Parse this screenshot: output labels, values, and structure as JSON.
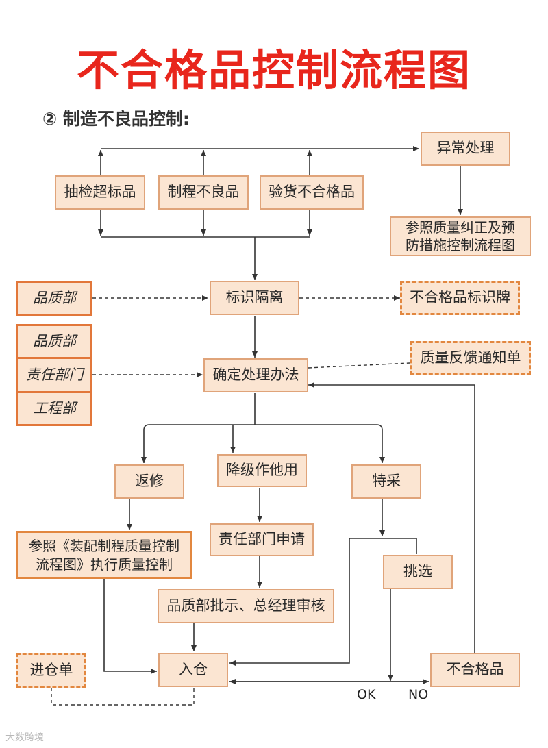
{
  "title": "不合格品控制流程图",
  "subtitle": "② 制造不良品控制:",
  "nodes": {
    "sampling": "抽检超标品",
    "process_defect": "制程不良品",
    "receiving_nonconforming": "验货不合格品",
    "abnormal": "异常处理",
    "corrective_ref": "参照质量纠正及预\n防措施控制流程图",
    "identify": "标识隔离",
    "decide": "确定处理办法",
    "rework": "返修",
    "downgrade": "降级作他用",
    "special": "特采",
    "assembly_ref": "参照《装配制程质量控制\n流程图》执行质量控制",
    "dept_apply": "责任部门申请",
    "approve": "品质部批示、总经理审核",
    "select": "挑选",
    "warehouse": "入仓",
    "nonconforming": "不合格品"
  },
  "departments": {
    "qa_top": "品质部",
    "qa": "品质部",
    "responsible": "责任部门",
    "engineering": "工程部"
  },
  "documents": {
    "tag": "不合格品标识牌",
    "feedback": "质量反馈通知单",
    "warehouse_slip": "进仓单"
  },
  "labels": {
    "ok": "OK",
    "no": "NO"
  },
  "watermark": "大数跨境",
  "colors": {
    "title": "#e8261c",
    "box_fill": "#fbe5d2",
    "box_border": "#e0a47a",
    "dept_border": "#e2773a",
    "line": "#333333"
  }
}
